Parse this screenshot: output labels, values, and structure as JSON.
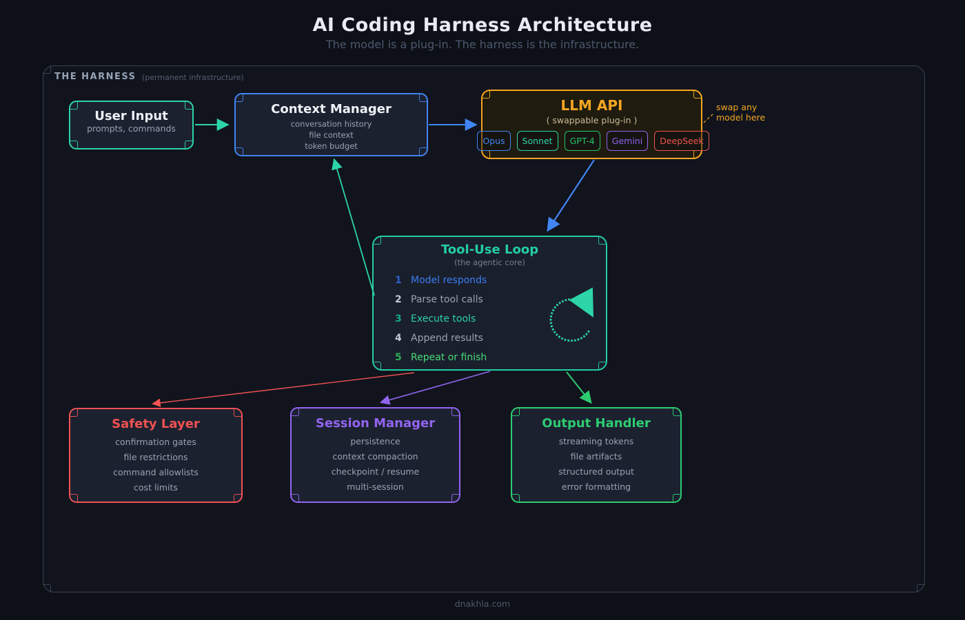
{
  "page": {
    "title": "AI Coding Harness Architecture",
    "subtitle": "The model is a plug-in. The harness is the infrastructure.",
    "footer": "dnakhla.com"
  },
  "harness": {
    "label": "THE HARNESS",
    "sublabel": "(permanent infrastructure)"
  },
  "palette": {
    "teal": "#2dd4a8",
    "blue": "#4285f4",
    "orange": "#f5a623",
    "red": "#f05252",
    "purple": "#9265f0",
    "green": "#2ecc71",
    "gray_text": "#98a1b1",
    "background": "#0d1016"
  },
  "nodes": {
    "user_input": {
      "title": "User Input",
      "subtitle": "prompts, commands",
      "color": "#2dd4a8"
    },
    "context_manager": {
      "title": "Context Manager",
      "lines": [
        "conversation history",
        "file context",
        "token budget"
      ],
      "color": "#4285f4"
    },
    "llm_api": {
      "title": "LLM API",
      "subtitle": "( swappable plug-in )",
      "color": "#f5a623",
      "annotation": [
        "swap any",
        "model here"
      ],
      "chips": [
        {
          "label": "Opus",
          "color": "#4285f4"
        },
        {
          "label": "Sonnet",
          "color": "#2dd4a8"
        },
        {
          "label": "GPT-4",
          "color": "#27c46a"
        },
        {
          "label": "Gemini",
          "color": "#9265f0"
        },
        {
          "label": "DeepSeek",
          "color": "#ef5350"
        }
      ]
    },
    "tool_use_loop": {
      "title": "Tool-Use Loop",
      "subtitle": "(the agentic core)",
      "color": "#24cda6",
      "steps": [
        {
          "num": "1",
          "num_color": "#2c63cc",
          "label": "Model responds",
          "color": "#3b7df0"
        },
        {
          "num": "2",
          "num_color": "#c3cad4",
          "label": "Parse tool calls",
          "color": "#9aa3b2"
        },
        {
          "num": "3",
          "num_color": "#14a888",
          "label": "Execute tools",
          "color": "#2bd3a7"
        },
        {
          "num": "4",
          "num_color": "#c3cad4",
          "label": "Append results",
          "color": "#9aa3b2"
        },
        {
          "num": "5",
          "num_color": "#2fae57",
          "label": "Repeat or finish",
          "color": "#47da78"
        }
      ]
    },
    "safety_layer": {
      "title": "Safety Layer",
      "lines": [
        "confirmation gates",
        "file restrictions",
        "command allowlists",
        "cost limits"
      ],
      "color": "#f05252"
    },
    "session_manager": {
      "title": "Session Manager",
      "lines": [
        "persistence",
        "context compaction",
        "checkpoint / resume",
        "multi-session"
      ],
      "color": "#9265f0"
    },
    "output_handler": {
      "title": "Output Handler",
      "lines": [
        "streaming tokens",
        "file artifacts",
        "structured output",
        "error formatting"
      ],
      "color": "#2ecc71"
    }
  }
}
